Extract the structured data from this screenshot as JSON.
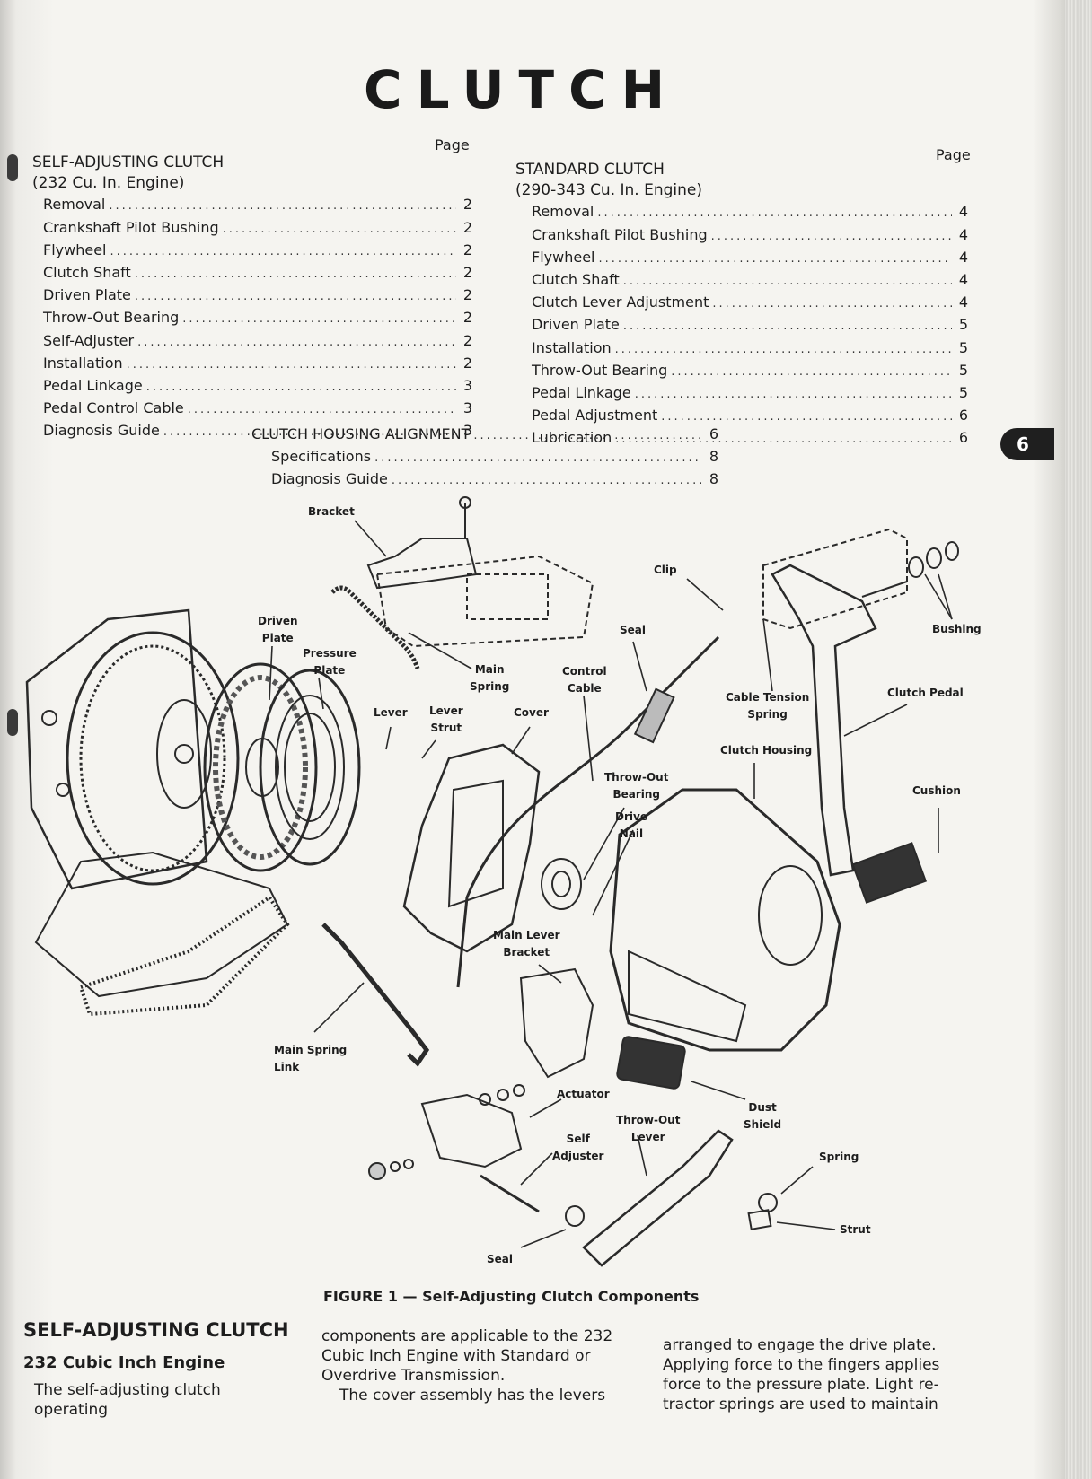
{
  "title": "CLUTCH",
  "toc": {
    "page_label": "Page",
    "left": {
      "heading": "SELF-ADJUSTING CLUTCH",
      "subheading": "(232 Cu. In. Engine)",
      "entries": [
        {
          "label": "Removal",
          "page": "2"
        },
        {
          "label": "Crankshaft Pilot Bushing",
          "page": "2"
        },
        {
          "label": "Flywheel",
          "page": "2"
        },
        {
          "label": "Clutch Shaft",
          "page": "2"
        },
        {
          "label": "Driven Plate",
          "page": "2"
        },
        {
          "label": "Throw-Out Bearing",
          "page": "2"
        },
        {
          "label": "Self-Adjuster",
          "page": "2"
        },
        {
          "label": "Installation",
          "page": "2"
        },
        {
          "label": "Pedal Linkage",
          "page": "3"
        },
        {
          "label": "Pedal Control Cable",
          "page": "3"
        },
        {
          "label": "Diagnosis Guide",
          "page": "3"
        }
      ]
    },
    "right": {
      "heading": "STANDARD CLUTCH",
      "subheading": "(290-343 Cu. In. Engine)",
      "entries": [
        {
          "label": "Removal",
          "page": "4"
        },
        {
          "label": "Crankshaft Pilot Bushing",
          "page": "4"
        },
        {
          "label": "Flywheel",
          "page": "4"
        },
        {
          "label": "Clutch Shaft",
          "page": "4"
        },
        {
          "label": "Clutch Lever Adjustment",
          "page": "4"
        },
        {
          "label": "Driven Plate",
          "page": "5"
        },
        {
          "label": "Installation",
          "page": "5"
        },
        {
          "label": "Throw-Out Bearing",
          "page": "5"
        },
        {
          "label": "Pedal Linkage",
          "page": "5"
        },
        {
          "label": "Pedal Adjustment",
          "page": "6"
        },
        {
          "label": "Lubrication",
          "page": "6"
        }
      ]
    },
    "center": [
      {
        "label": "CLUTCH HOUSING ALIGNMENT",
        "page": "6"
      },
      {
        "label": "Specifications",
        "page": "8"
      },
      {
        "label": "Diagnosis Guide",
        "page": "8"
      }
    ]
  },
  "section_tab": "6",
  "figure": {
    "callouts": {
      "bracket": "Bracket",
      "clip": "Clip",
      "bushing": "Bushing",
      "driven_plate": "Driven\nPlate",
      "pressure_plate": "Pressure\nPlate",
      "main_spring": "Main\nSpring",
      "seal_top": "Seal",
      "control_cable": "Control\nCable",
      "cable_tension_spring": "Cable Tension\nSpring",
      "clutch_pedal": "Clutch Pedal",
      "lever": "Lever",
      "lever_strut": "Lever\nStrut",
      "cover": "Cover",
      "clutch_housing": "Clutch Housing",
      "throw_out_bearing": "Throw-Out\nBearing",
      "drive_nail": "Drive\nNail",
      "cushion": "Cushion",
      "main_lever_bracket": "Main Lever\nBracket",
      "main_spring_link": "Main Spring\nLink",
      "actuator": "Actuator",
      "dust_shield": "Dust\nShield",
      "throw_out_lever": "Throw-Out\nLever",
      "self_adjuster": "Self\nAdjuster",
      "spring": "Spring",
      "strut": "Strut",
      "seal_bottom": "Seal"
    },
    "caption": "FIGURE 1 — Self-Adjusting Clutch Components"
  },
  "section": {
    "title": "SELF-ADJUSTING CLUTCH",
    "subtitle": "232 Cubic Inch Engine",
    "col1": "The self-adjusting clutch operating",
    "col2_a": "components are applicable to the 232 Cubic Inch Engine with Standard or Overdrive Transmission.",
    "col2_b": "The cover assembly has the levers",
    "col3": "arranged to engage the drive plate. Applying force to the fingers applies force to the pressure plate. Light re-tractor springs are used to maintain"
  }
}
